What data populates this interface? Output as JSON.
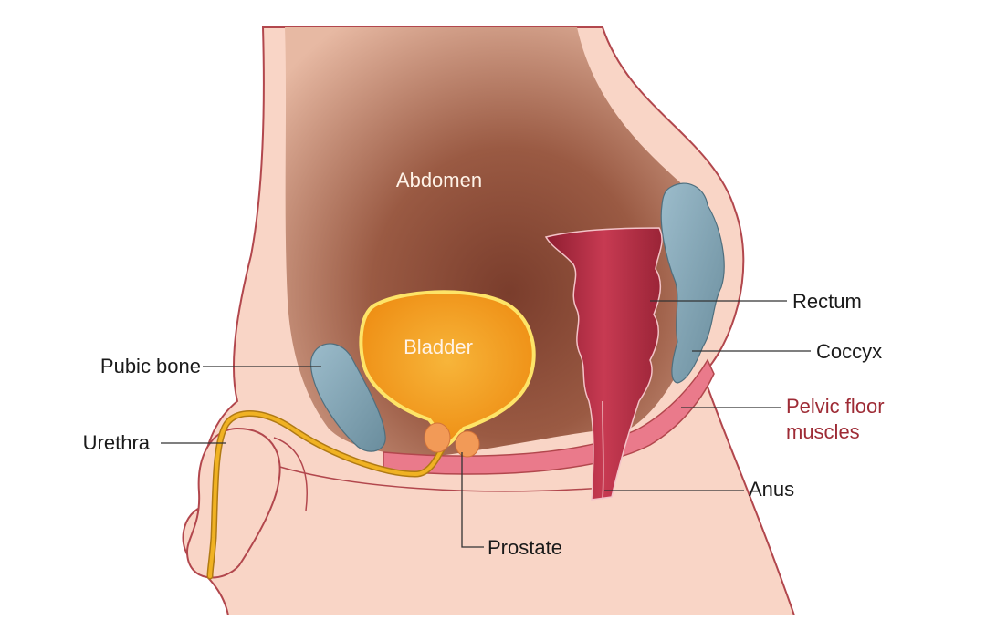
{
  "diagram": {
    "labels": {
      "abdomen": "Abdomen",
      "bladder": "Bladder",
      "pubic_bone": "Pubic bone",
      "urethra": "Urethra",
      "prostate": "Prostate",
      "rectum": "Rectum",
      "coccyx": "Coccyx",
      "pelvic_floor_line1": "Pelvic floor",
      "pelvic_floor_line2": "muscles",
      "anus": "Anus"
    },
    "colors": {
      "skin": "#f9d5c6",
      "skin_outline": "#b2474d",
      "abdomen_cavity": "#a0624a",
      "bladder_fill": "#f5a31c",
      "bladder_outline": "#fde468",
      "bone": "#7fa2b2",
      "rectum": "#b72f45",
      "pelvic_floor": "#ea7a8b",
      "urethra": "#f0b223",
      "prostate": "#f29a57",
      "label_text": "#1a1a1a",
      "inner_label_text": "#fff3e8",
      "pelvic_floor_label": "#9e2b35"
    }
  }
}
